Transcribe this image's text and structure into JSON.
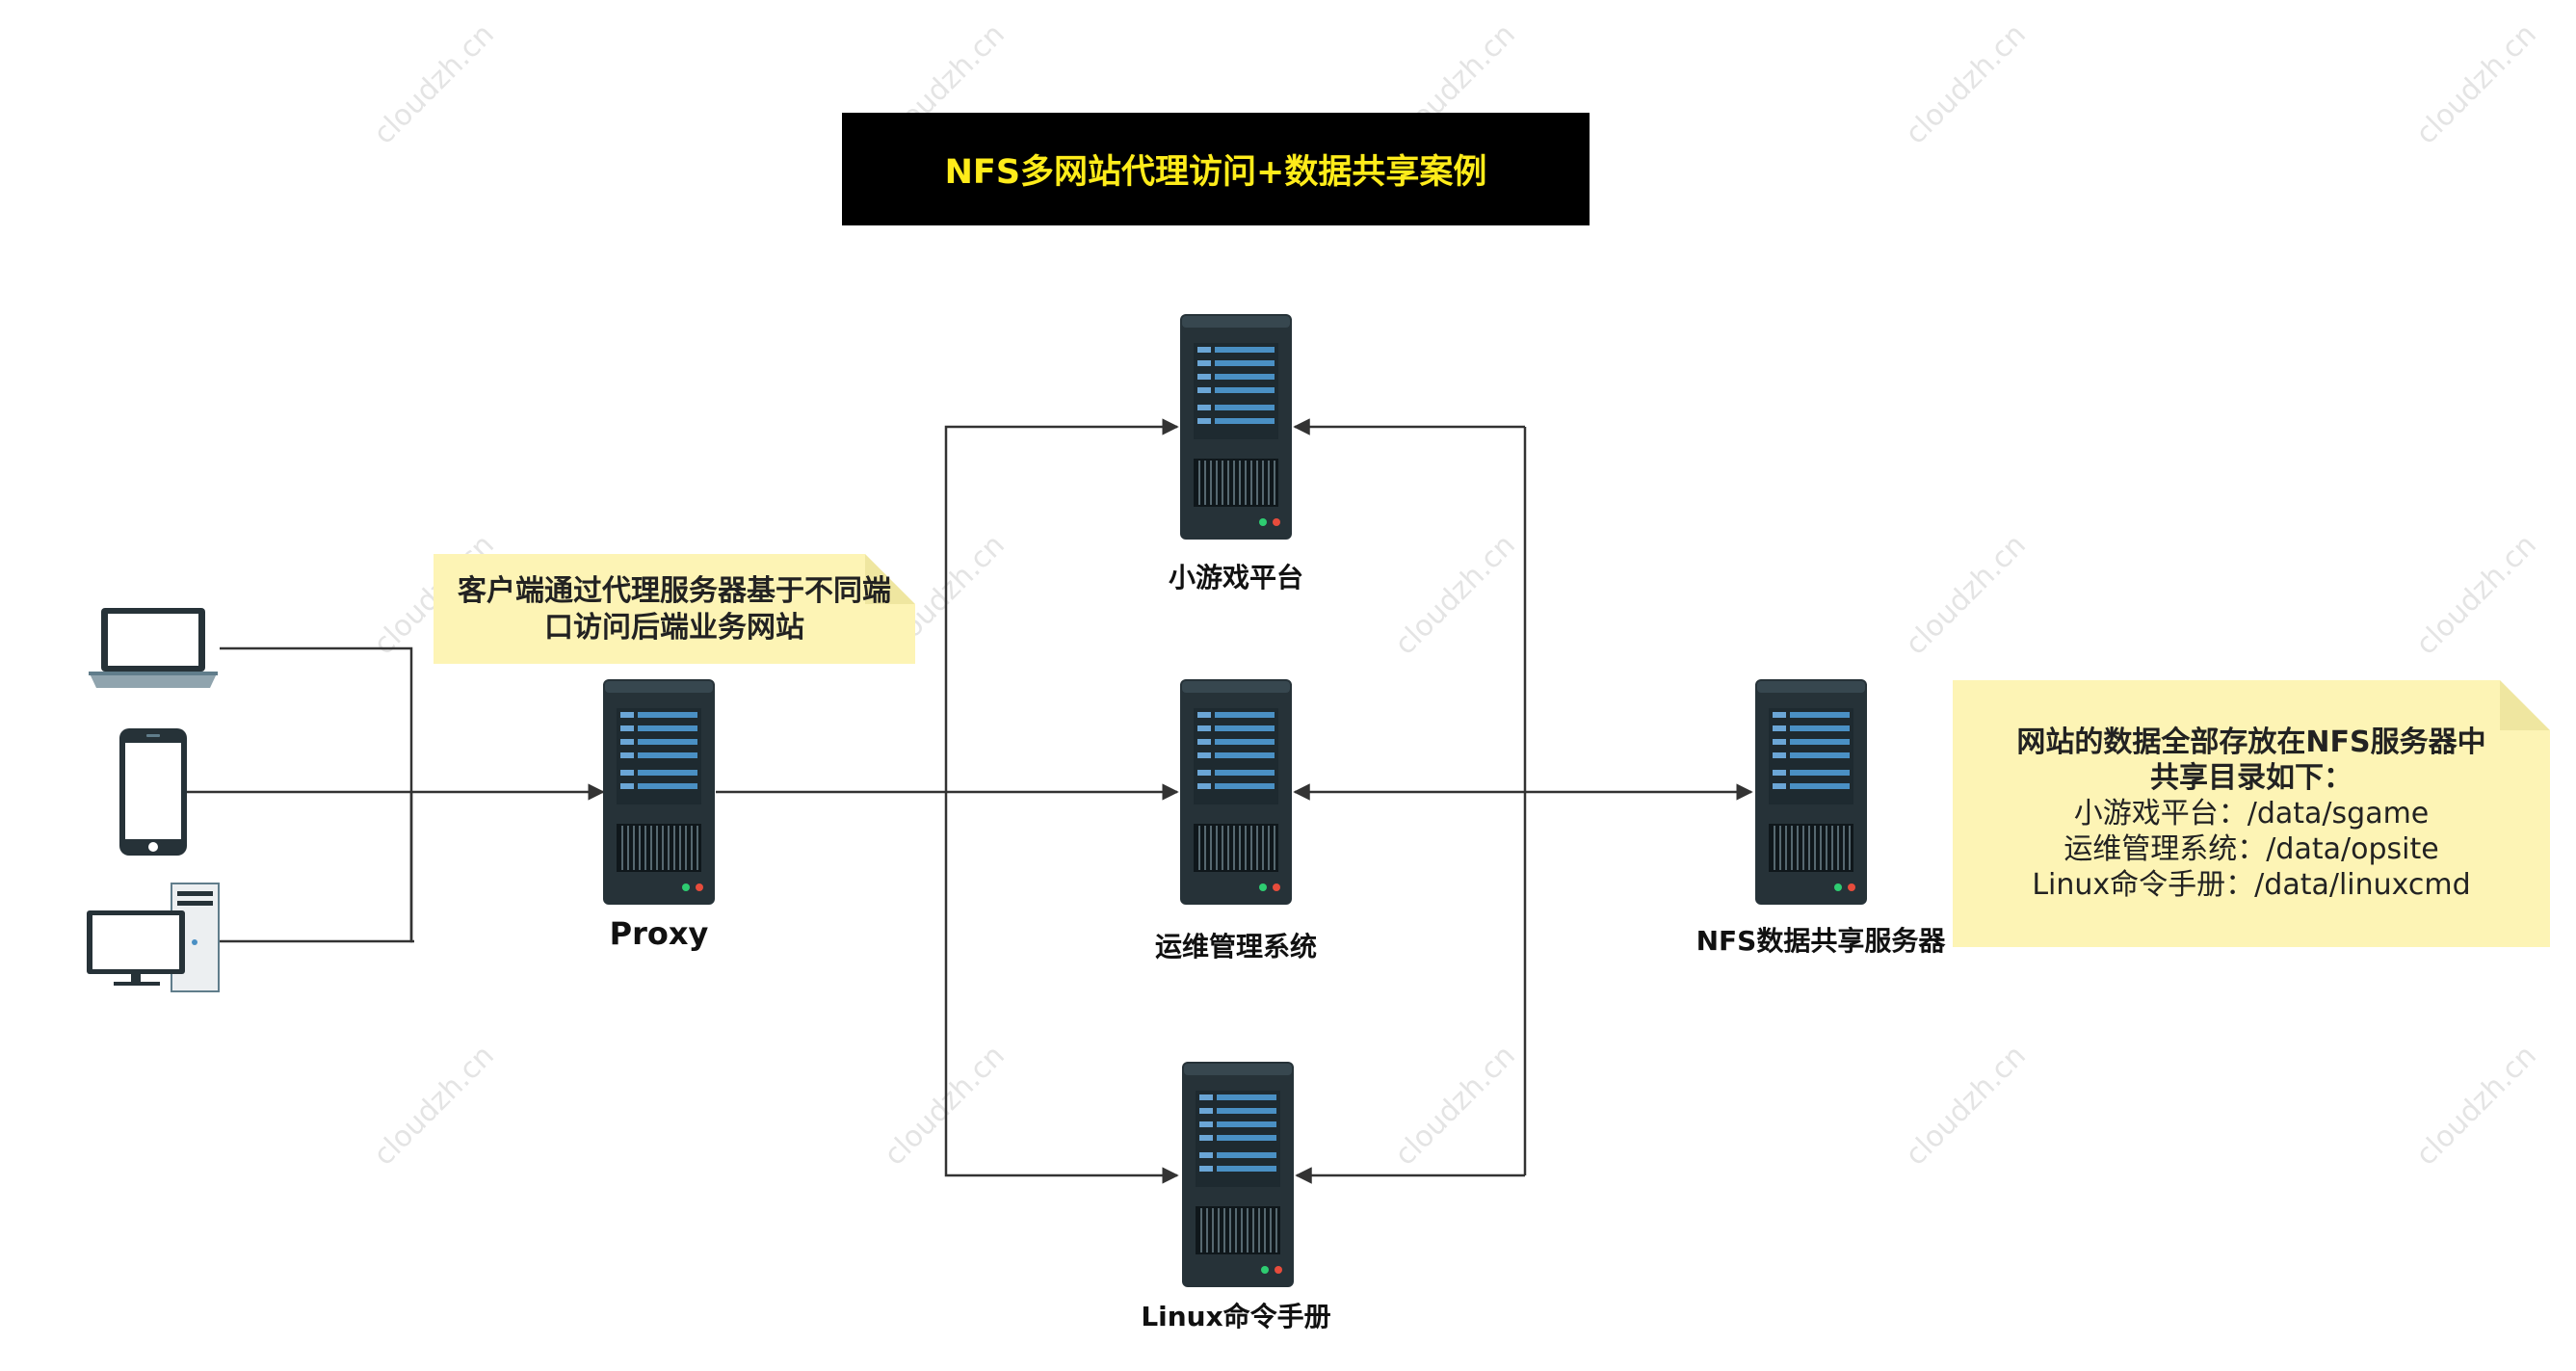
{
  "title": "NFS多网站代理访问+数据共享案例",
  "note_left": {
    "line1": "客户端通过代理服务器基于不同端",
    "line2": "口访问后端业务网站"
  },
  "note_right": {
    "line1": "网站的数据全部存放在NFS服务器中",
    "line2": "共享目录如下：",
    "line3": "小游戏平台：/data/sgame",
    "line4": "运维管理系统：/data/opsite",
    "line5": "Linux命令手册：/data/linuxcmd"
  },
  "nodes": {
    "proxy": "Proxy",
    "sgame": "小游戏平台",
    "opsite": "运维管理系统",
    "linuxcmd": "Linux命令手册",
    "nfs": "NFS数据共享服务器"
  },
  "clients": [
    {
      "icon": "laptop-icon"
    },
    {
      "icon": "smartphone-icon"
    },
    {
      "icon": "desktop-computer-icon"
    }
  ],
  "watermark": "cloudzh.cn",
  "colors": {
    "title_bg": "#000000",
    "title_text": "#ffec1a",
    "note_bg": "#fdf4b5",
    "server_body": "#263238",
    "server_stripe": "#4a90c4"
  }
}
